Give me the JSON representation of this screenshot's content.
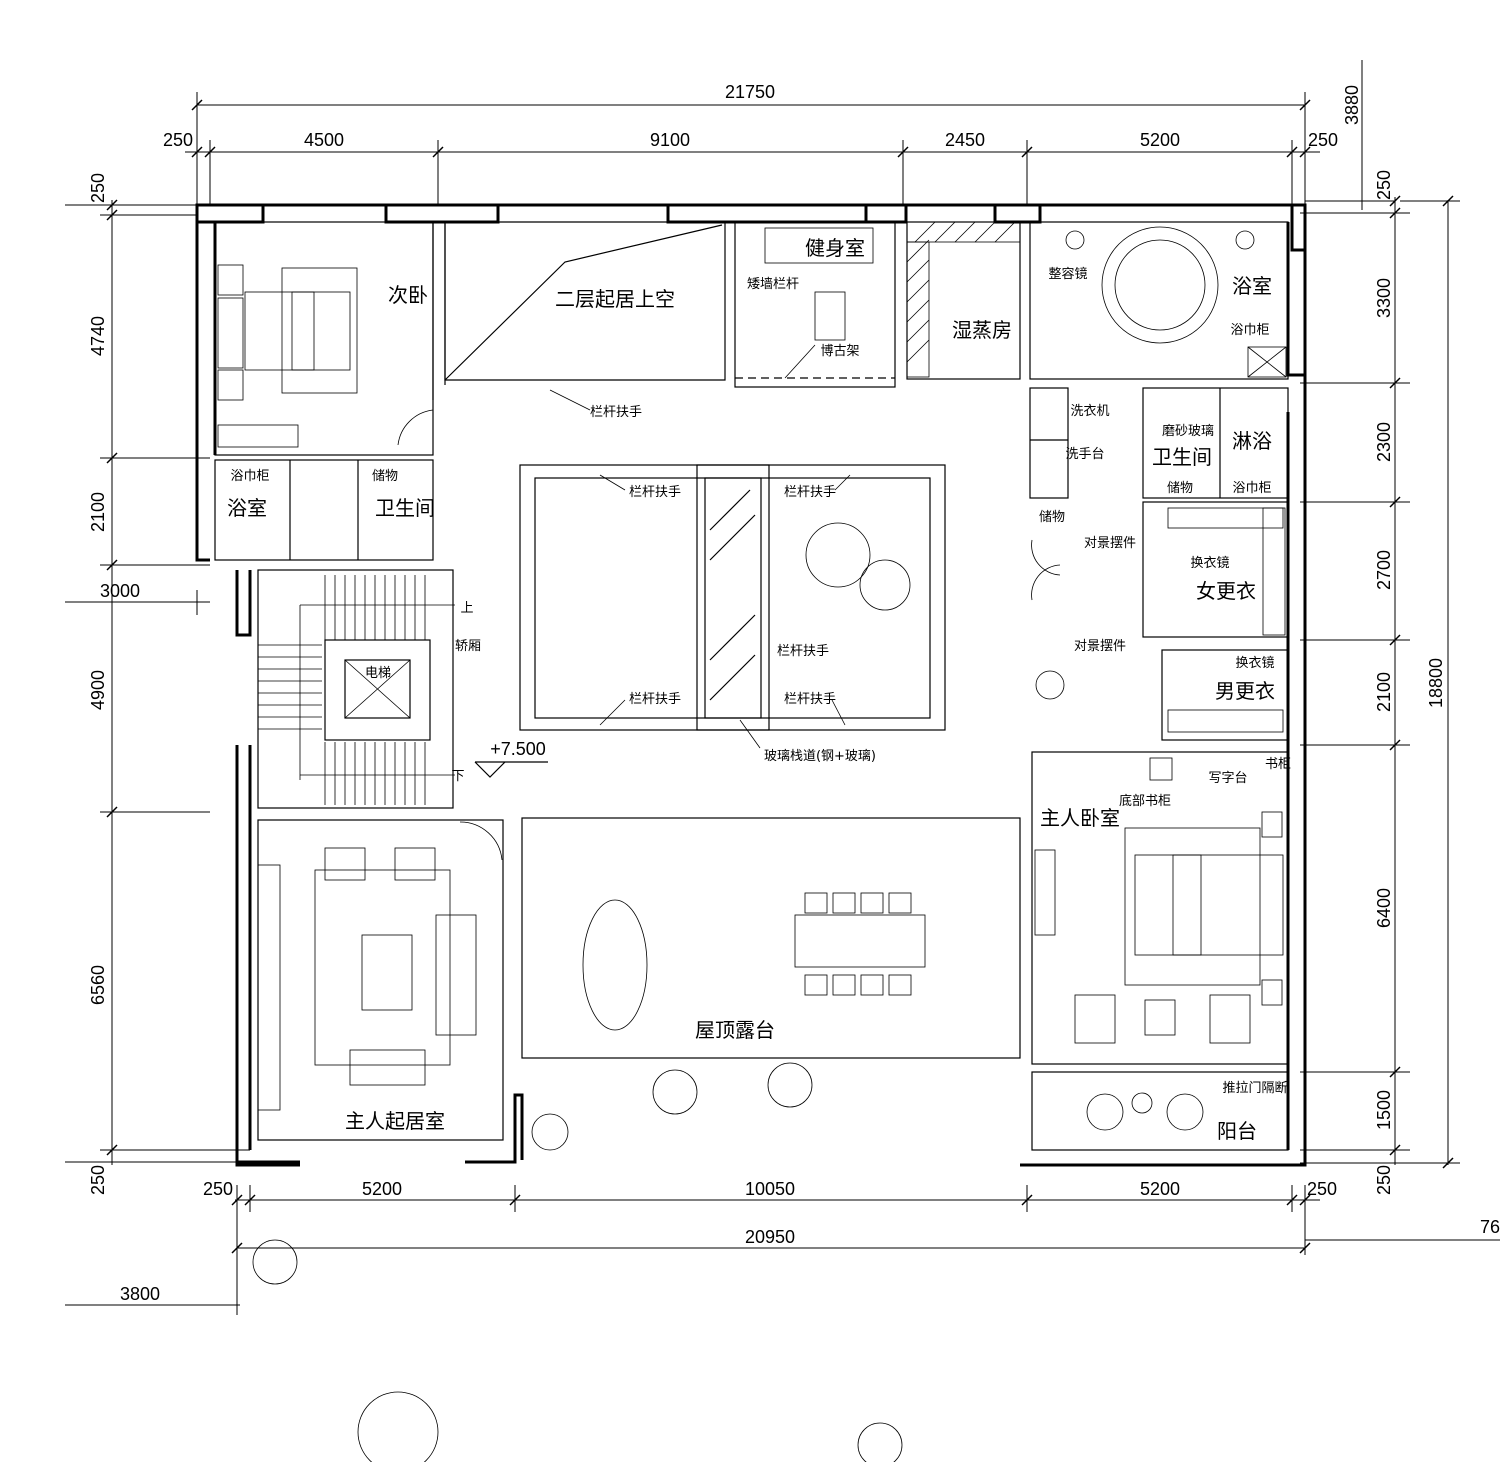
{
  "dimensions": {
    "top_total": "21750",
    "top_offset": "3880",
    "top_edge_left": "250",
    "top_edge_right": "250",
    "top_segments": [
      "4500",
      "9100",
      "2450",
      "5200"
    ],
    "left_edge_top": "250",
    "left_segments": [
      "4740",
      "2100",
      "3000",
      "4900",
      "6560"
    ],
    "left_edge_bottom": "250",
    "left_bottom": "3800",
    "right_edge_top": "250",
    "right_segments": [
      "3300",
      "2300",
      "2700",
      "2100",
      "6400",
      "1500"
    ],
    "right_edge_bottom": "250",
    "right_total": "18800",
    "right_bottom_offset": "76",
    "bottom_edge_left": "250",
    "bottom_edge_right": "250",
    "bottom_segments": [
      "5200",
      "10050",
      "5200"
    ],
    "bottom_total": "20950"
  },
  "rooms": {
    "second_bedroom": "次卧",
    "void": "二层起居上空",
    "gym": "健身室",
    "steam_room": "湿蒸房",
    "bathroom_ne": "浴室",
    "bathroom_nw": "浴室",
    "toilet_nw": "卫生间",
    "toilet_ne": "卫生间",
    "shower": "淋浴",
    "women_dressing": "女更衣",
    "men_dressing": "男更衣",
    "master_bedroom": "主人卧室",
    "master_living": "主人起居室",
    "roof_terrace": "屋顶露台",
    "balcony": "阳台"
  },
  "labels": {
    "parapet_rail": "矮墙栏杆",
    "antique_shelf": "博古架",
    "railing": "栏杆扶手",
    "vanity_mirror": "整容镜",
    "towel_cabinet": "浴巾柜",
    "washing_machine": "洗衣机",
    "wash_basin": "洗手台",
    "frosted_glass": "磨砂玻璃",
    "storage": "储物",
    "display_ornament": "对景摆件",
    "dressing_mirror": "换衣镜",
    "elevator": "电梯",
    "elevator_car": "轿厢",
    "stair_up": "上",
    "stair_down": "下",
    "level": "+7.500",
    "glass_walkway": "玻璃栈道(钢+玻璃)",
    "desk": "写字台",
    "bookcase": "书柜",
    "bottom_bookcase": "底部书柜",
    "sliding_partition": "推拉门隔断"
  }
}
